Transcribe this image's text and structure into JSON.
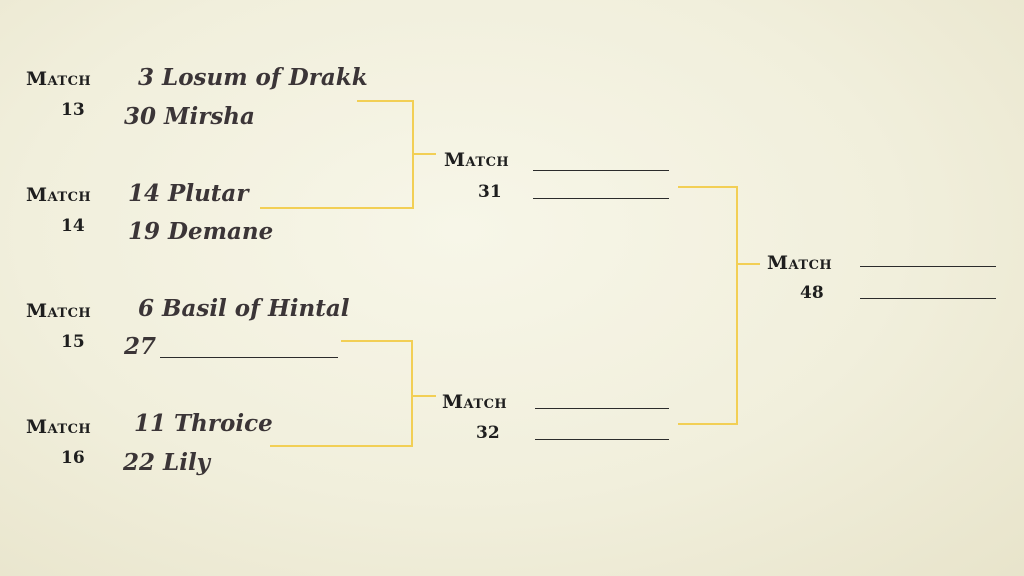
{
  "match_word": "Match",
  "round1": [
    {
      "number": "13",
      "teams": [
        {
          "seed": "3",
          "name": "Losum of Drakk"
        },
        {
          "seed": "30",
          "name": "Mirsha"
        }
      ]
    },
    {
      "number": "14",
      "teams": [
        {
          "seed": "14",
          "name": "Plutar"
        },
        {
          "seed": "19",
          "name": "Demane"
        }
      ]
    },
    {
      "number": "15",
      "teams": [
        {
          "seed": "6",
          "name": "Basil of Hintal"
        },
        {
          "seed": "27",
          "name": ""
        }
      ]
    },
    {
      "number": "16",
      "teams": [
        {
          "seed": "11",
          "name": "Throice"
        },
        {
          "seed": "22",
          "name": "Lily"
        }
      ]
    }
  ],
  "round2": [
    {
      "number": "31"
    },
    {
      "number": "32"
    }
  ],
  "round3": [
    {
      "number": "48"
    }
  ],
  "colors": {
    "connector": "#f2cf55",
    "text": "#1e1e1e",
    "team_text": "#3b3537",
    "background": "#f3f1df"
  }
}
